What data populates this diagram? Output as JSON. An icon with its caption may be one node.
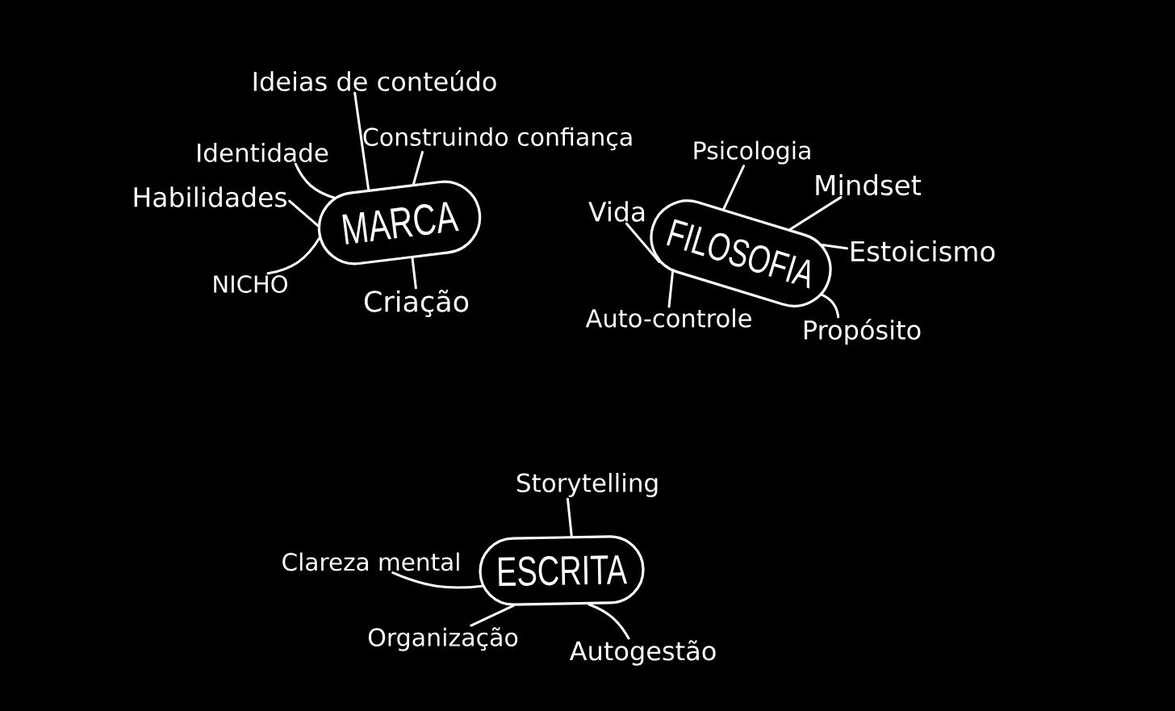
{
  "diagram": {
    "nodes": [
      {
        "text": [
          "MARCA"
        ]
      },
      {
        "text": [
          "Ideias de conteúdo"
        ]
      },
      {
        "text": [
          "Construindo confiança"
        ]
      },
      {
        "text": [
          "Identidade"
        ]
      },
      {
        "text": [
          "Habilidades"
        ]
      },
      {
        "text": [
          "NICHO"
        ]
      },
      {
        "text": [
          "Criação"
        ]
      },
      {
        "text": [
          "FILOSOFIA"
        ]
      },
      {
        "text": [
          "Psicologia"
        ]
      },
      {
        "text": [
          "Mindset"
        ]
      },
      {
        "text": [
          "Vida"
        ]
      },
      {
        "text": [
          "Estoicismo"
        ]
      },
      {
        "text": [
          "Auto-controle"
        ]
      },
      {
        "text": [
          "Propósito"
        ]
      },
      {
        "text": [
          "ESCRITA"
        ]
      },
      {
        "text": [
          "Storytelling"
        ]
      },
      {
        "text": [
          "Clareza mental"
        ]
      },
      {
        "text": [
          "Organização"
        ]
      },
      {
        "text": [
          "Autogestão"
        ]
      }
    ],
    "edges": [
      {
        "from": 0,
        "to": 1,
        "arrow": "none"
      },
      {
        "from": 0,
        "to": 2,
        "arrow": "none"
      },
      {
        "from": 0,
        "to": 3,
        "arrow": "none"
      },
      {
        "from": 0,
        "to": 4,
        "arrow": "none"
      },
      {
        "from": 0,
        "to": 5,
        "arrow": "none"
      },
      {
        "from": 0,
        "to": 6,
        "arrow": "none"
      },
      {
        "from": 7,
        "to": 8,
        "arrow": "none"
      },
      {
        "from": 7,
        "to": 9,
        "arrow": "none"
      },
      {
        "from": 7,
        "to": 10,
        "arrow": "none"
      },
      {
        "from": 7,
        "to": 11,
        "arrow": "none"
      },
      {
        "from": 7,
        "to": 12,
        "arrow": "none"
      },
      {
        "from": 7,
        "to": 13,
        "arrow": "none"
      },
      {
        "from": 14,
        "to": 15,
        "arrow": "none"
      },
      {
        "from": 14,
        "to": 16,
        "arrow": "none"
      },
      {
        "from": 14,
        "to": 17,
        "arrow": "none"
      },
      {
        "from": 14,
        "to": 18,
        "arrow": "none"
      }
    ]
  }
}
